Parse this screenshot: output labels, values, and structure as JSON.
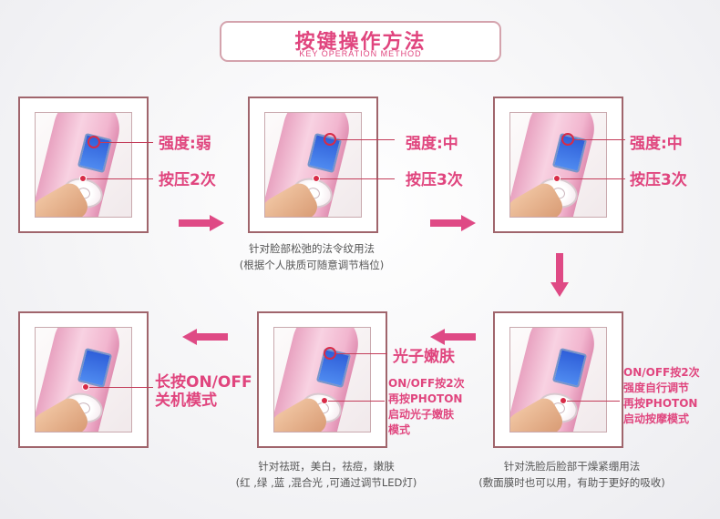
{
  "header": {
    "title": "按键操作方法",
    "subtitle": "KEY OPERATION METHOD"
  },
  "steps": [
    {
      "labels": [
        "强度:弱",
        "按压2次"
      ]
    },
    {
      "labels": [
        "强度:中",
        "按压3次"
      ],
      "caption": [
        "针对脸部松弛的法令纹用法",
        "(根据个人肤质可随意调节档位)"
      ]
    },
    {
      "labels": [
        "强度:中",
        "按压3次"
      ]
    },
    {
      "labels": [
        "ON/OFF按2次",
        "强度自行调节",
        "再按PHOTON",
        "启动按摩模式"
      ],
      "caption": [
        "针对洗脸后脸部干燥紧绷用法",
        "(敷面膜时也可以用，有助于更好的吸收)"
      ]
    },
    {
      "labels": [
        "光子嫩肤",
        "ON/OFF按2次",
        "再按PHOTON",
        "启动光子嫩肤",
        "模式"
      ],
      "caption": [
        "针对祛斑，美白，祛痘，嫩肤",
        "(红 ,绿 ,蓝 ,混合光 ,可通过调节LED灯)"
      ]
    },
    {
      "labels": [
        "长按ON/OFF",
        "关机模式"
      ]
    }
  ],
  "colors": {
    "accent": "#e0457e",
    "frame": "#a0656c",
    "marker": "#d82b47"
  },
  "icons": {
    "arrow": "arrow-icon",
    "device": "beauty-device-icon",
    "finger": "finger-press-icon"
  }
}
